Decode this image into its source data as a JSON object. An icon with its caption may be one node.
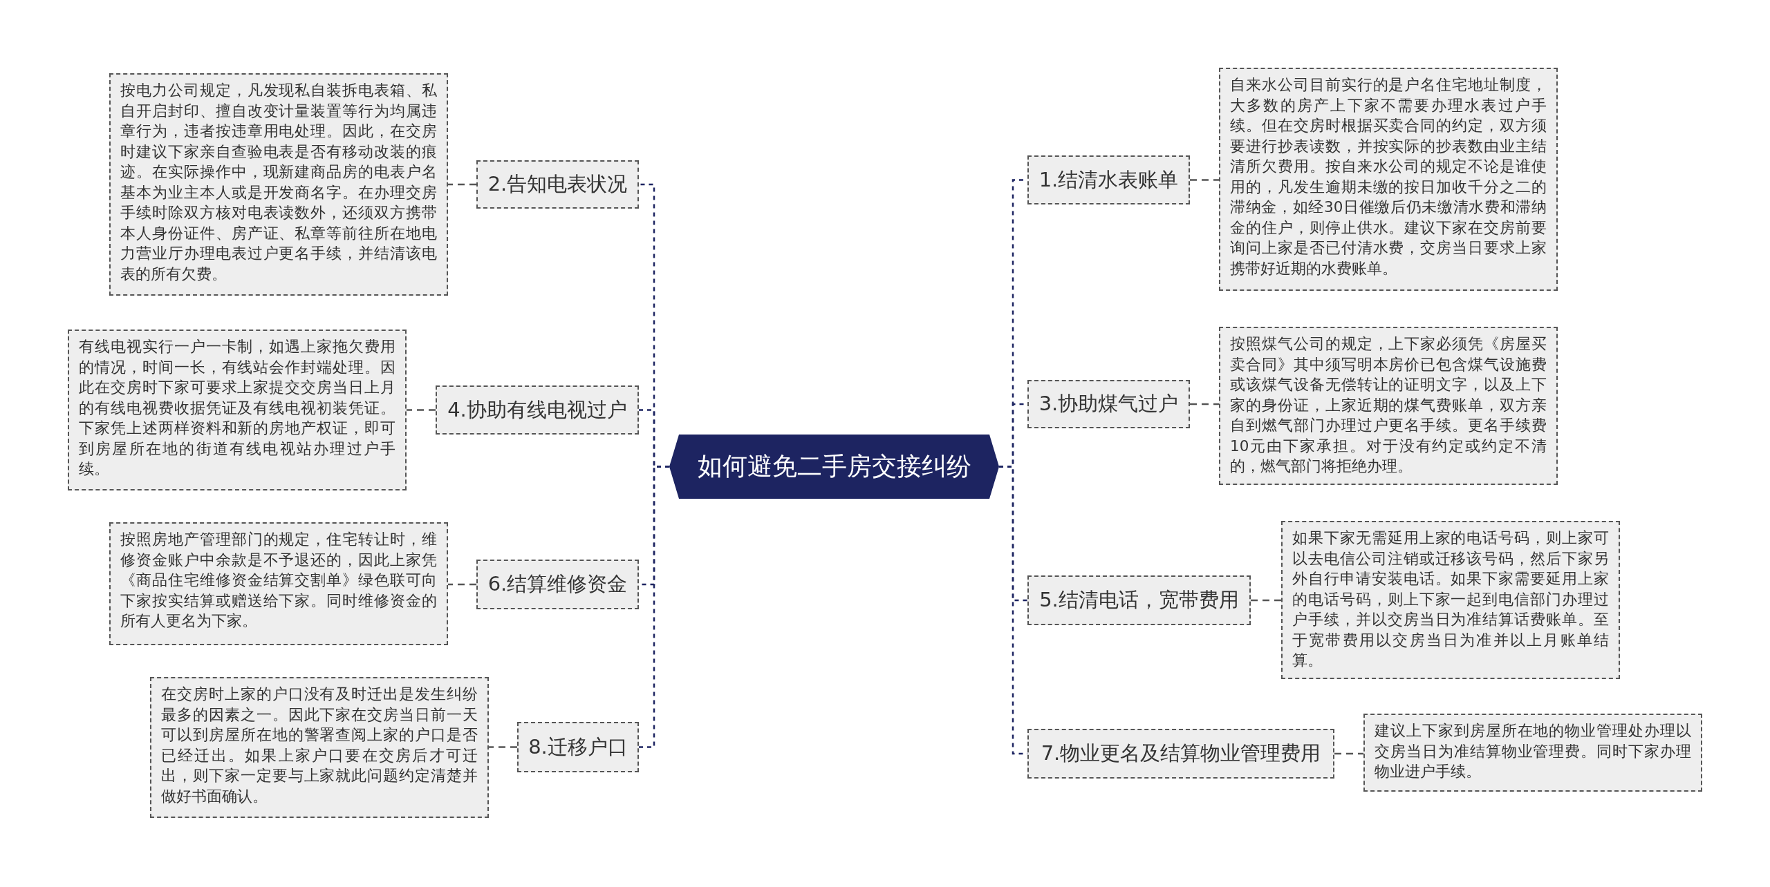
{
  "diagram": {
    "nodes": [
      {
        "text": [
          "如何避免二手房交接纠纷"
        ]
      },
      {
        "text": [
          "1.结清水表账单"
        ]
      },
      {
        "text": [
          "自来水公司目前实行的是户名住宅地址制度，大多数的房产上下家不需要办理水表过户手续。但在交房时根据买卖合同的约定，双方须要进行抄表读数，并按实际的抄表数由业主结清所欠费用。按自来水公司的规定不论是谁使用的，凡发生逾期未缴的按日加收千分之二的滞纳金，如经30日催缴后仍未缴清水费和滞纳金的住户，则停止供水。建议下家在交房前要询问上家是否已付清水费，交房当日要求上家携带好近期的水费账单。"
        ]
      },
      {
        "text": [
          "2.告知电表状况"
        ]
      },
      {
        "text": [
          "按电力公司规定，凡发现私自装拆电表箱、私自开启封印、擅自改变计量装置等行为均属违章行为，违者按违章用电处理。因此，在交房时建议下家亲自查验电表是否有移动改装的痕迹。在实际操作中，现新建商品房的电表户名基本为业主本人或是开发商名字。在办理交房手续时除双方核对电表读数外，还须双方携带本人身份证件、房产证、私章等前往所在地电力营业厅办理电表过户更名手续，并结清该电表的所有欠费。"
        ]
      },
      {
        "text": [
          "3.协助煤气过户"
        ]
      },
      {
        "text": [
          "按照煤气公司的规定，上下家必须凭《房屋买卖合同》其中须写明本房价已包含煤气设施费或该煤气设备无偿转让的证明文字，以及上下家的身份证，上家近期的煤气费账单，双方亲自到燃气部门办理过户更名手续。更名手续费10元由下家承担。对于没有约定或约定不清的，燃气部门将拒绝办理。"
        ]
      },
      {
        "text": [
          "4.协助有线电视过户"
        ]
      },
      {
        "text": [
          "有线电视实行一户一卡制，如遇上家拖欠费用的情况，时间一长，有线站会作封端处理。因此在交房时下家可要求上家提交交房当日上月的有线电视费收据凭证及有线电视初装凭证。下家凭上述两样资料和新的房地产权证，即可到房屋所在地的街道有线电视站办理过户手续。"
        ]
      },
      {
        "text": [
          "5.结清电话，宽带费用"
        ]
      },
      {
        "text": [
          "如果下家无需延用上家的电话号码，则上家可以去电信公司注销或迁移该号码，然后下家另外自行申请安装电话。如果下家需要延用上家的电话号码，则上下家一起到电信部门办理过户手续，并以交房当日为准结算话费账单。至于宽带费用以交房当日为准并以上月账单结算。"
        ]
      },
      {
        "text": [
          "6.结算维修资金"
        ]
      },
      {
        "text": [
          "按照房地产管理部门的规定，住宅转让时，维修资金账户中余款是不予退还的，因此上家凭《商品住宅维修资金结算交割单》绿色联可向下家按实结算或赠送给下家。同时维修资金的所有人更名为下家。"
        ]
      },
      {
        "text": [
          "7.物业更名及结算物业管理费用"
        ]
      },
      {
        "text": [
          "建议上下家到房屋所在地的物业管理处办理以交房当日为准结算物业管理费。同时下家办理物业进户手续。"
        ]
      },
      {
        "text": [
          "8.迁移户口"
        ]
      },
      {
        "text": [
          "在交房时上家的户口没有及时迁出是发生纠纷最多的因素之一。因此下家在交房当日前一天可以到房屋所在地的警署查阅上家的户口是否已经迁出。如果上家户口要在交房后才可迁出，则下家一定要与上家就此问题约定清楚并做好书面确认。"
        ]
      }
    ],
    "edges": [
      {
        "from": 0,
        "to": 1,
        "arrow": "none"
      },
      {
        "from": 1,
        "to": 2,
        "arrow": "none"
      },
      {
        "from": 0,
        "to": 3,
        "arrow": "none"
      },
      {
        "from": 3,
        "to": 4,
        "arrow": "none"
      },
      {
        "from": 0,
        "to": 5,
        "arrow": "none"
      },
      {
        "from": 5,
        "to": 6,
        "arrow": "none"
      },
      {
        "from": 0,
        "to": 7,
        "arrow": "none"
      },
      {
        "from": 7,
        "to": 8,
        "arrow": "none"
      },
      {
        "from": 0,
        "to": 9,
        "arrow": "none"
      },
      {
        "from": 9,
        "to": 10,
        "arrow": "none"
      },
      {
        "from": 0,
        "to": 11,
        "arrow": "none"
      },
      {
        "from": 11,
        "to": 12,
        "arrow": "none"
      },
      {
        "from": 0,
        "to": 13,
        "arrow": "none"
      },
      {
        "from": 13,
        "to": 14,
        "arrow": "none"
      },
      {
        "from": 0,
        "to": 15,
        "arrow": "none"
      },
      {
        "from": 15,
        "to": 16,
        "arrow": "none"
      }
    ]
  }
}
